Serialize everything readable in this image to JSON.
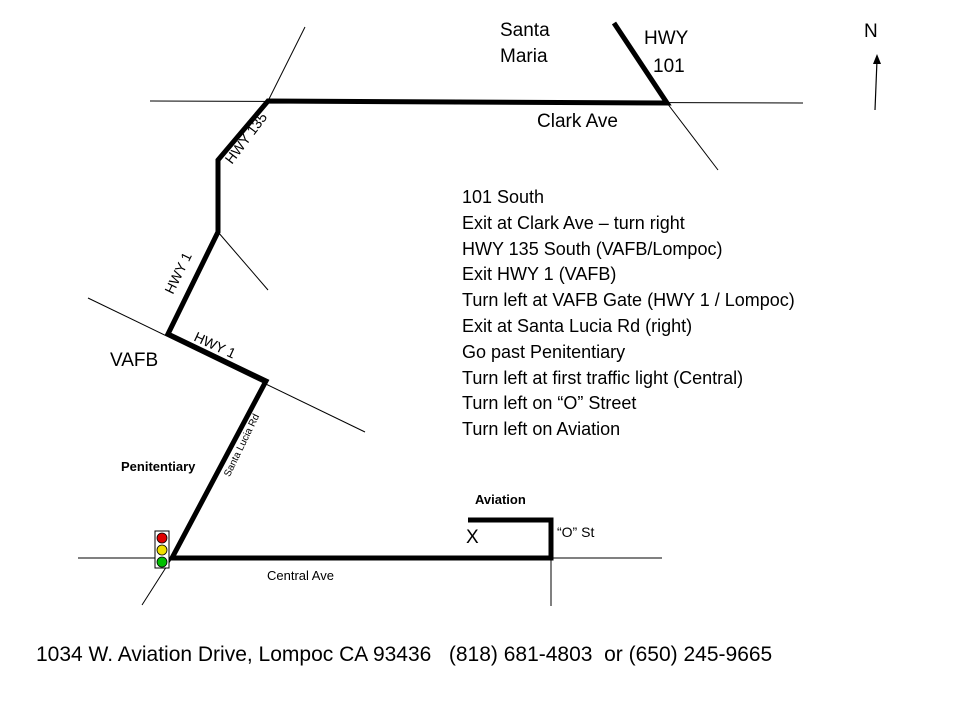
{
  "map": {
    "places": {
      "santa_maria_1": "Santa",
      "santa_maria_2": "Maria",
      "clark_ave": "Clark Ave",
      "hwy101_1": "HWY",
      "hwy101_2": "101",
      "north": "N",
      "hwy135": "HWY 135",
      "hwy1_a": "HWY 1",
      "hwy1_b": "HWY 1",
      "vafb": "VAFB",
      "santa_lucia": "Santa Lucia Rd",
      "penitentiary": "Penitentiary",
      "central_ave": "Central Ave",
      "aviation": "Aviation",
      "o_st": "“O” St",
      "destination_mark": "X"
    },
    "traffic_light_colors": [
      "#e00000",
      "#f0e000",
      "#00c000"
    ]
  },
  "directions": [
    "101 South",
    "Exit at Clark Ave – turn right",
    "HWY 135 South (VAFB/Lompoc)",
    "Exit HWY 1 (VAFB)",
    "Turn left at VAFB Gate (HWY 1 / Lompoc)",
    "Exit at Santa Lucia Rd (right)",
    "Go past Penitentiary",
    "Turn left at first traffic light (Central)",
    "Turn left on “O” Street",
    "Turn left on Aviation"
  ],
  "footer": "1034 W. Aviation Drive, Lompoc CA 93436   (818) 681-4803  or (650) 245-9665"
}
